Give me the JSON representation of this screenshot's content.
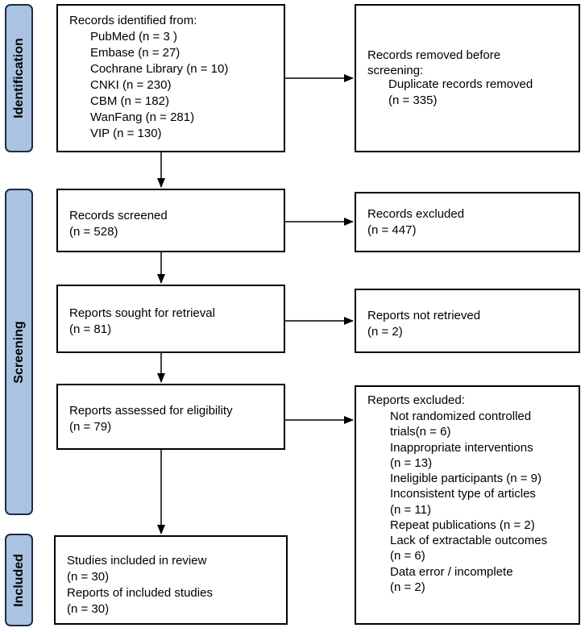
{
  "phases": {
    "identification": "Identification",
    "screening": "Screening",
    "included": "Included"
  },
  "identified": {
    "title": "Records identified from:",
    "sources": [
      "PubMed (n = 3 )",
      "Embase (n = 27)",
      "Cochrane Library (n = 10)",
      "CNKI (n = 230)",
      "CBM (n = 182)",
      "WanFang (n = 281)",
      "VIP (n = 130)"
    ]
  },
  "removed": {
    "title1": "Records removed before",
    "title2": "screening:",
    "item": "Duplicate records removed",
    "count": "(n = 335)"
  },
  "screened": {
    "title": "Records screened",
    "count": "(n = 528)"
  },
  "excluded_records": {
    "title": "Records excluded",
    "count": "(n = 447)"
  },
  "sought": {
    "title": "Reports sought for retrieval",
    "count": "(n = 81)"
  },
  "not_retrieved": {
    "title": "Reports not retrieved",
    "count": "(n = 2)"
  },
  "assessed": {
    "title": "Reports assessed for eligibility",
    "count": "(n = 79)"
  },
  "reports_excluded": {
    "title": "Reports excluded:",
    "lines": [
      "Not randomized controlled",
      "trials(n = 6)",
      "Inappropriate interventions",
      "(n = 13)",
      "Ineligible participants (n = 9)",
      "Inconsistent type of articles",
      "(n = 11)",
      "Repeat publications (n = 2)",
      "Lack of extractable outcomes",
      "(n = 6)",
      "Data error / incomplete",
      "(n = 2)"
    ]
  },
  "included_box": {
    "studies": "Studies included in review",
    "studies_n": "(n = 30)",
    "reports": "Reports of included studies",
    "reports_n": "(n = 30)"
  },
  "colors": {
    "phase_fill": "#a9c3e0",
    "phase_border": "#1d2b44",
    "line": "#000000"
  }
}
